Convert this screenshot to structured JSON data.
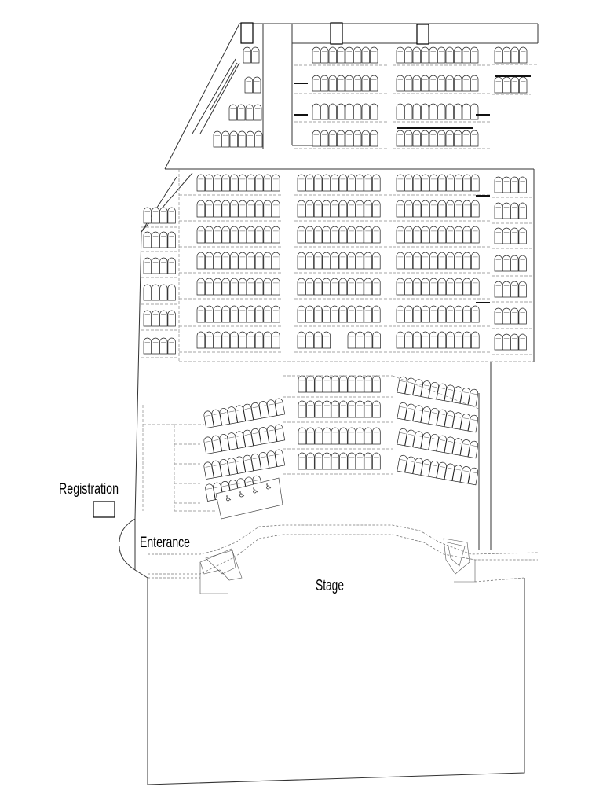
{
  "labels": {
    "registration": "Registration",
    "entrance": "Enterance",
    "stage": "Stage"
  },
  "icons": {
    "wheelchair": "wheelchair-icon",
    "wheelchair_glyph": "♿"
  },
  "colors": {
    "line": "#333333",
    "background": "#ffffff"
  }
}
